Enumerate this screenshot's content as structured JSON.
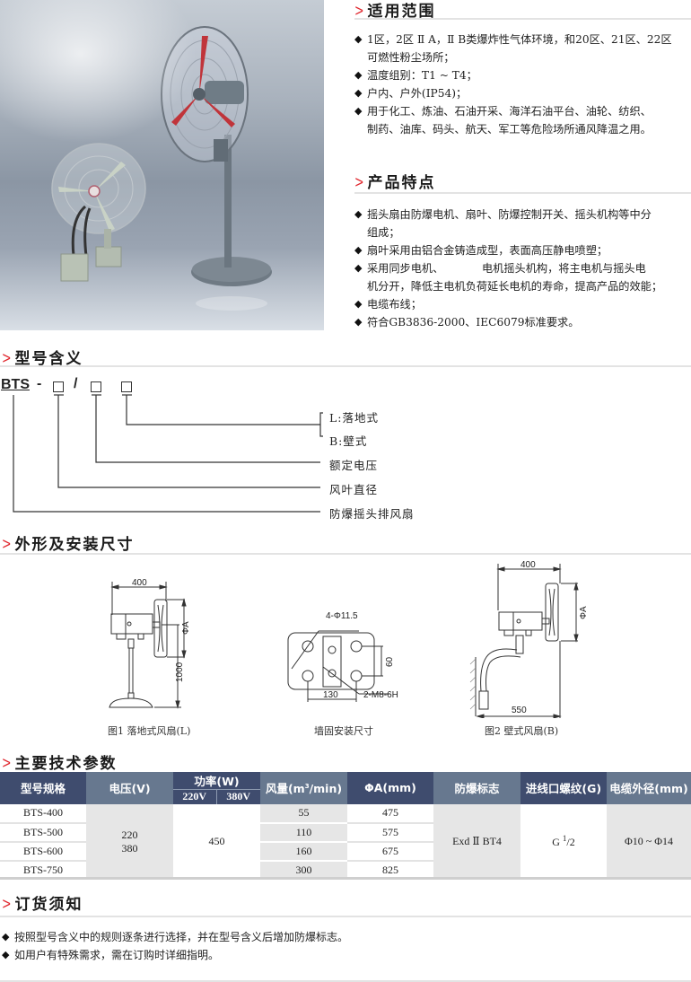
{
  "photo": {
    "alt": "Explosion-proof oscillating fans (wall-mounted and floor-standing)",
    "icon": "product-photo"
  },
  "scope": {
    "title": "适用范围",
    "items": [
      {
        "line1": "1区，2区 Ⅱ A，Ⅱ B类爆炸性气体环境，和20区、21区、22区",
        "line2": "可燃性粉尘场所；"
      },
      {
        "line1": "温度组别：T1 ~ T4；"
      },
      {
        "line1": "户内、户外(IP54)；"
      },
      {
        "line1": "用于化工、炼油、石油开采、海洋石油平台、油轮、纺织、",
        "line2": "制药、油库、码头、航天、军工等危险场所通风降温之用。"
      }
    ]
  },
  "features": {
    "title": "产品特点",
    "items": [
      {
        "line1": "摇头扇由防爆电机、扇叶、防爆控制开关、摇头机构等中分",
        "line2": "组成；"
      },
      {
        "line1": "扇叶采用由铝合金铸造成型，表面高压静电喷塑；"
      },
      {
        "line1": "采用同步电机、　　　　电机摇头机构，将主电机与摇头电",
        "line2": "机分开，降低主电机负荷延长电机的寿命，提高产品的效能；"
      },
      {
        "line1": "电缆布线；"
      },
      {
        "line1": "符合GB3836-2000、IEC6079标准要求。"
      }
    ]
  },
  "model": {
    "title": "型号含义",
    "prefix": "BTS",
    "dash": "-",
    "slash": "/",
    "labels": {
      "floor": "L:落地式",
      "wall": "B:壁式",
      "voltage": "额定电压",
      "diameter": "风叶直径",
      "name": "防爆摇头排风扇"
    }
  },
  "dimensions": {
    "title": "外形及安装尺寸",
    "fig1": {
      "caption": "图1 落地式风扇(L)",
      "width": "400",
      "height": "1000",
      "dia": "ΦA"
    },
    "fig_mount": {
      "caption": "墙固安装尺寸",
      "holes": "4-Φ11.5",
      "thread": "2-M8-6H",
      "h_spacing": "130",
      "v_spacing": "60"
    },
    "fig2": {
      "caption": "图2 壁式风扇(B)",
      "width": "400",
      "depth": "550",
      "dia": "ΦA"
    }
  },
  "specs": {
    "title": "主要技术参数",
    "headers": {
      "model": "型号规格",
      "voltage": "电压(V)",
      "power": "功率(W)",
      "power_220": "220V",
      "power_380": "380V",
      "airflow_pre": "风量(m",
      "airflow_sup": "3",
      "airflow_post": "/min)",
      "dia": "ΦA(mm)",
      "ex": "防爆标志",
      "thread": "进线口螺纹(G)",
      "cable": "电缆外径(mm)"
    },
    "rows": [
      {
        "model": "BTS-400",
        "airflow": "55",
        "dia": "475"
      },
      {
        "model": "BTS-500",
        "airflow": "110",
        "dia": "575"
      },
      {
        "model": "BTS-600",
        "airflow": "160",
        "dia": "675"
      },
      {
        "model": "BTS-750",
        "airflow": "300",
        "dia": "825"
      }
    ],
    "shared": {
      "voltage_1": "220",
      "voltage_2": "380",
      "power": "450",
      "ex": "Exd Ⅱ BT4",
      "thread_g": "G ",
      "thread_num": "1",
      "thread_den": "/2",
      "cable": "Φ10 ~ Φ14"
    },
    "colors": {
      "header_dark": "#3f4c6e",
      "header_slate": "#67788f",
      "cell_gray": "#e6e6e6"
    }
  },
  "order": {
    "title": "订货须知",
    "items": [
      {
        "line1": "按照型号含义中的规则逐条进行选择，并在型号含义后增加防爆标志。"
      },
      {
        "line1": "如用户有特殊需求，需在订购时详细指明。"
      }
    ]
  },
  "accent_color": "#e0242b"
}
